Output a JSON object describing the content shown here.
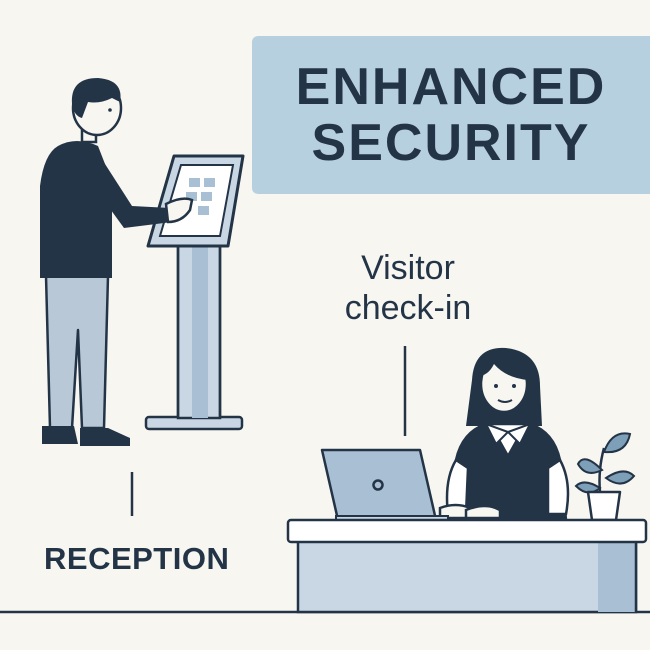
{
  "banner": {
    "line1": "ENHANCED",
    "line2": "SECURITY"
  },
  "labels": {
    "visitor_line1": "Visitor",
    "visitor_line2": "check-in",
    "reception": "RECEPTION"
  },
  "colors": {
    "background": "#f7f6f1",
    "banner": "#b7d0e0",
    "ink": "#243447",
    "desk": "#c9d7e4",
    "kiosk": "#a9bfd3",
    "plant": "#7e9fb8"
  },
  "icons": [
    "person-using-kiosk",
    "check-in-kiosk",
    "receptionist",
    "laptop",
    "potted-plant",
    "reception-desk"
  ]
}
